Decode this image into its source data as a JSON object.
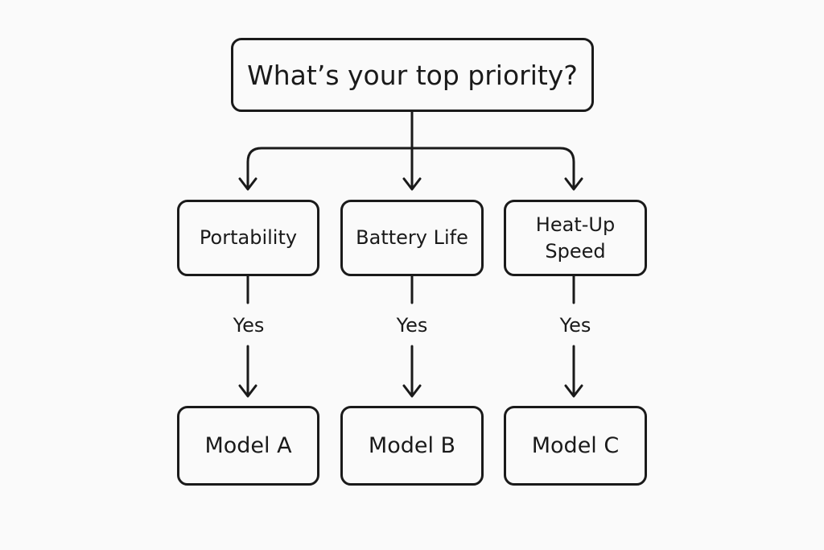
{
  "diagram": {
    "question": "What’s your top priority?",
    "options": [
      "Portability",
      "Battery Life",
      "Heat-Up\nSpeed"
    ],
    "edge_labels": [
      "Yes",
      "Yes",
      "Yes"
    ],
    "results": [
      "Model A",
      "Model B",
      "Model C"
    ],
    "colors": {
      "background": "#fafafa",
      "stroke": "#1a1a1a"
    }
  }
}
